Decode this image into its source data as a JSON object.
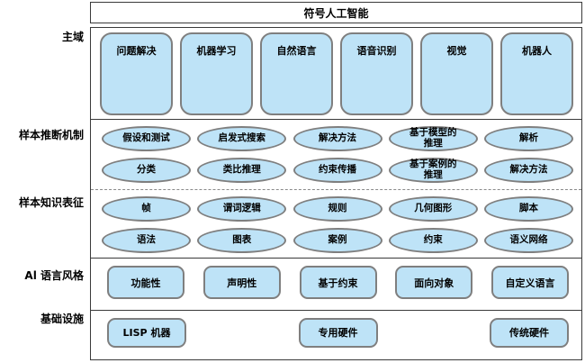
{
  "diagram": {
    "title": "符号人工智能",
    "row_labels": {
      "domains": "主域",
      "mechanisms": "样本推断机制",
      "representations": "样本知识表征",
      "styles": "Al 语言风格",
      "infrastructure": "基础设施"
    },
    "domains": [
      "问题解决",
      "机器学习",
      "自然语言",
      "语音识别",
      "视觉",
      "机器人"
    ],
    "mechanisms_row1": [
      "假设和测试",
      "启发式搜索",
      "解决方法",
      "基于模型的\n推理",
      "解析"
    ],
    "mechanisms_row2": [
      "分类",
      "类比推理",
      "约束传播",
      "基于案例的\n推理",
      "解决方法"
    ],
    "representations_row1": [
      "帧",
      "谓词逻辑",
      "规则",
      "几何图形",
      "脚本"
    ],
    "representations_row2": [
      "语法",
      "图表",
      "案例",
      "约束",
      "语义网络"
    ],
    "language_styles": [
      "功能性",
      "声明性",
      "基于约束",
      "面向对象",
      "自定义语言"
    ],
    "infrastructure": [
      "LISP 机器",
      "专用硬件",
      "传统硬件"
    ],
    "colors": {
      "node_fill": "#bee3f7",
      "node_border": "#7f7f7f",
      "frame_border": "#3a3a3a"
    }
  }
}
